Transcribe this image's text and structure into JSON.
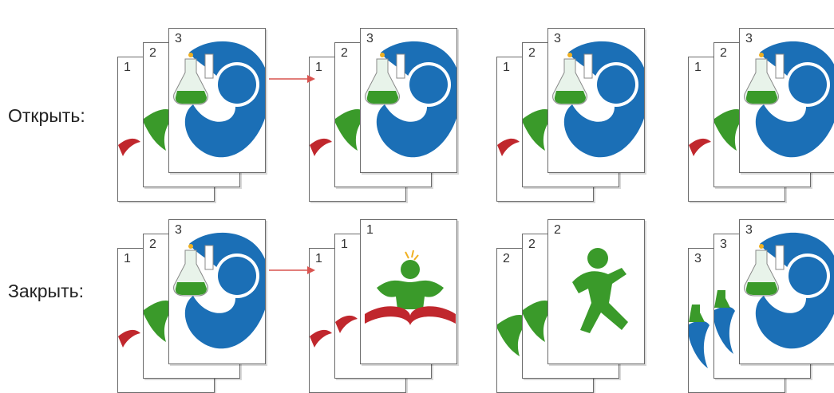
{
  "rows": [
    {
      "label": "Открыть:",
      "stacks": [
        {
          "pages": [
            {
              "num": "1",
              "art": "red"
            },
            {
              "num": "2",
              "art": "green"
            },
            {
              "num": "3",
              "art": "flask"
            }
          ]
        },
        {
          "pages": [
            {
              "num": "1",
              "art": "red"
            },
            {
              "num": "2",
              "art": "green"
            },
            {
              "num": "3",
              "art": "flask"
            }
          ]
        },
        {
          "pages": [
            {
              "num": "1",
              "art": "red"
            },
            {
              "num": "2",
              "art": "green"
            },
            {
              "num": "3",
              "art": "flask"
            }
          ]
        },
        {
          "pages": [
            {
              "num": "1",
              "art": "red"
            },
            {
              "num": "2",
              "art": "green"
            },
            {
              "num": "3",
              "art": "flask"
            }
          ]
        }
      ]
    },
    {
      "label": "Закрыть:",
      "stacks": [
        {
          "pages": [
            {
              "num": "1",
              "art": "red"
            },
            {
              "num": "2",
              "art": "green"
            },
            {
              "num": "3",
              "art": "flask"
            }
          ]
        },
        {
          "pages": [
            {
              "num": "1",
              "art": "red"
            },
            {
              "num": "1",
              "art": "red"
            },
            {
              "num": "1",
              "art": "person"
            }
          ]
        },
        {
          "pages": [
            {
              "num": "2",
              "art": "green"
            },
            {
              "num": "2",
              "art": "green"
            },
            {
              "num": "2",
              "art": "runner"
            }
          ]
        },
        {
          "pages": [
            {
              "num": "3",
              "art": "blueside"
            },
            {
              "num": "3",
              "art": "blueside"
            },
            {
              "num": "3",
              "art": "flask"
            }
          ]
        }
      ]
    }
  ],
  "colors": {
    "blue": "#1b6fb6",
    "green": "#3a9a2a",
    "red": "#c0272d",
    "arrow": "#d9534f"
  }
}
